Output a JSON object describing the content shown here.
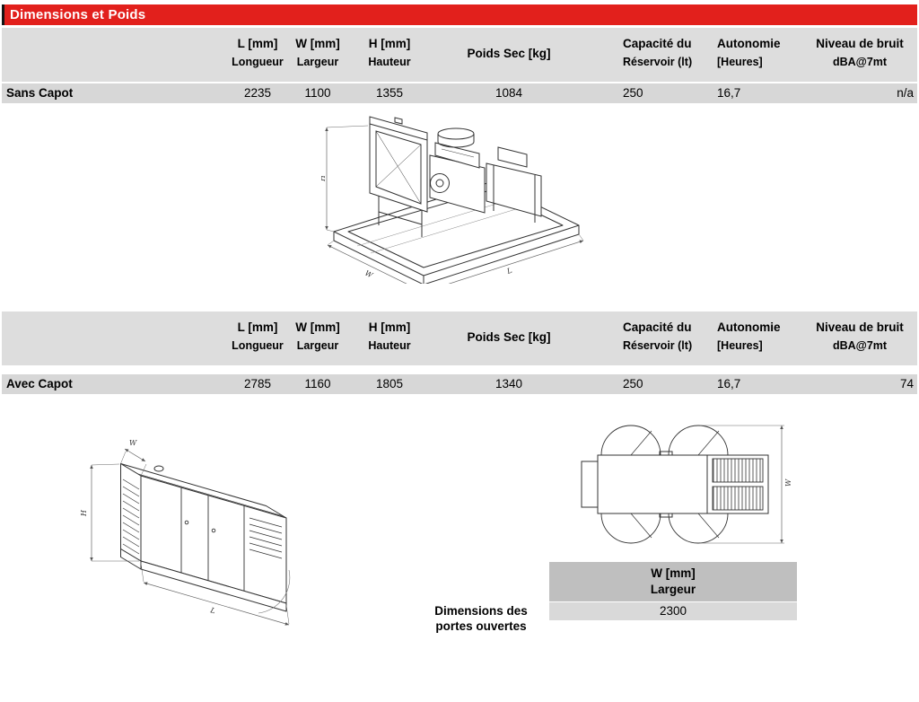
{
  "title_bar": {
    "title": "Dimensions et Poids"
  },
  "columns": [
    {
      "line1": "L [mm]",
      "line2": "Longueur"
    },
    {
      "line1": "W [mm]",
      "line2": "Largeur"
    },
    {
      "line1": "H  [mm]",
      "line2": "Hauteur"
    },
    {
      "line1": "Poids Sec [kg]",
      "line2": ""
    },
    {
      "line1": "Capacité du",
      "line2": "Réservoir  (lt)"
    },
    {
      "line1": "Autonomie",
      "line2": "[Heures]"
    },
    {
      "line1": "Niveau de bruit",
      "line2": "dBA@7mt"
    }
  ],
  "sans_capot": {
    "label": "Sans Capot",
    "values": [
      "2235",
      "1100",
      "1355",
      "1084",
      "250",
      "16,7",
      "n/a"
    ]
  },
  "avec_capot": {
    "label": "Avec Capot",
    "values": [
      "2785",
      "1160",
      "1805",
      "1340",
      "250",
      "16,7",
      "74"
    ]
  },
  "doors_table": {
    "header_line1": "W [mm]",
    "header_line2": "Largeur",
    "value": "2300"
  },
  "doors_caption": {
    "line1": "Dimensions des",
    "line2": "portes ouvertes"
  },
  "dim_labels": {
    "h": "H",
    "w": "W",
    "l": "L"
  },
  "colors": {
    "accent_red": "#e2201c",
    "header_gray": "#dddddd",
    "row_gray": "#d7d7d7",
    "doors_header_gray": "#bfbfbf"
  }
}
